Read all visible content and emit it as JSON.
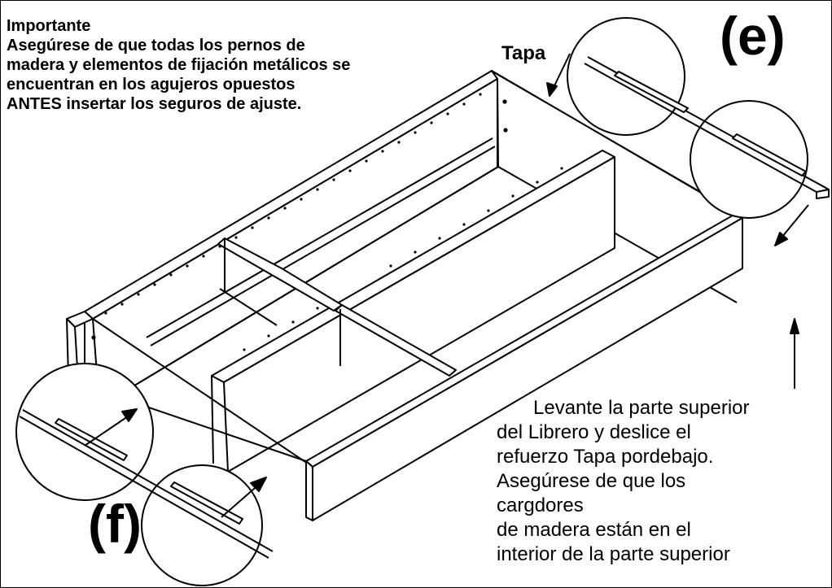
{
  "notice": {
    "heading": "Importante",
    "lines": [
      "Asegúrese de que todas los pernos de",
      "madera y elementos de fijación metálicos se",
      "encuentran en los agujeros opuestos",
      "ANTES insertar los seguros de ajuste."
    ]
  },
  "labels": {
    "tapa": "Tapa",
    "detail_e": "(e)",
    "detail_f": "(f)"
  },
  "instructions": {
    "lines": [
      "Levante la parte superior",
      "del Librero y deslice el",
      "refuerzo Tapa pordebajo.",
      "Asegúrese de que los",
      "cargdores",
      "de madera están en el",
      "interior de la parte superior"
    ]
  }
}
